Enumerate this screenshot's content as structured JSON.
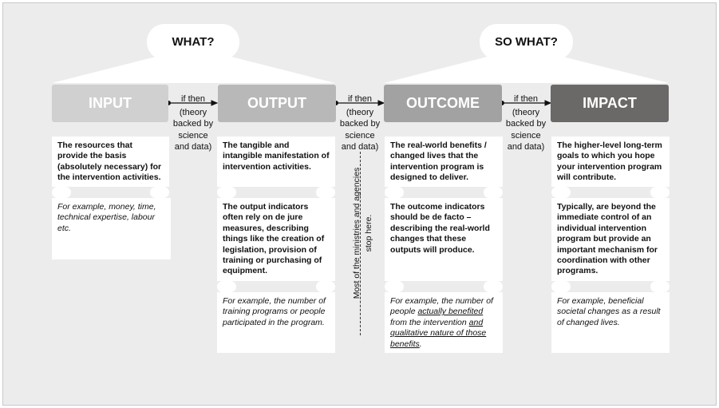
{
  "headers": {
    "what": "WHAT?",
    "so_what": "SO WHAT?"
  },
  "stages": [
    {
      "label": "INPUT",
      "color": "#d0d0d0"
    },
    {
      "label": "OUTPUT",
      "color": "#b8b8b8"
    },
    {
      "label": "OUTCOME",
      "color": "#a2a2a2"
    },
    {
      "label": "IMPACT",
      "color": "#6b6868"
    }
  ],
  "connectors": [
    {
      "line1": "if then",
      "line2": "(theory",
      "line3": "backed by",
      "line4": "science",
      "line5": "and data)"
    },
    {
      "line1": "if then",
      "line2": "(theory",
      "line3": "backed by",
      "line4": "science",
      "line5": "and data)"
    },
    {
      "line1": "if then",
      "line2": "(theory",
      "line3": "backed by",
      "line4": "science",
      "line5": "and data)"
    }
  ],
  "input": {
    "definition": "The resources that provide the basis (absolutely necessary) for the intervention activities.",
    "example": "For example, money, time, technical expertise, labour etc."
  },
  "output": {
    "definition": "The tangible and intangible manifestation of intervention activities.",
    "indicators": "The output indicators often rely on de jure measures, describing things like the creation of legislation, provision of training or purchasing of equipment.",
    "example": "For example, the number of training programs or people participated in the program."
  },
  "outcome": {
    "definition": "The real-world benefits / changed lives that the intervention program is designed to deliver.",
    "indicators": "The outcome indicators should be de facto – describing the real-world changes that these outputs will produce.",
    "example_part1": "For example, the number of people ",
    "example_u1": "actually benefited",
    "example_part2": " from the intervention ",
    "example_u2": "and qualitative nature of those benefits",
    "example_part3": "."
  },
  "impact": {
    "definition": "The higher-level long-term goals to which you hope your intervention program will contribute.",
    "control": "Typically, are beyond the immediate control of an individual intervention program but provide an important   mechanism for coordination with other programs.",
    "example": "For example, beneficial societal changes as a result of changed lives."
  },
  "note": {
    "line1": "Most of the ministries and agencies",
    "line2": "stop here."
  }
}
